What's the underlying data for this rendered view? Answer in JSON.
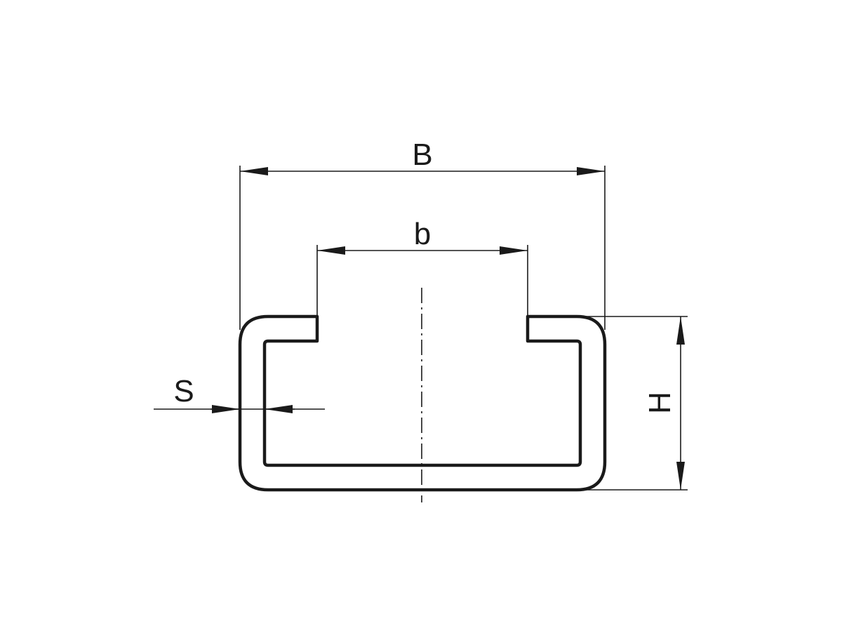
{
  "colors": {
    "background": "#ffffff",
    "line": "#1a1a1a"
  },
  "labels": {
    "outer_width": "B",
    "slot_width": "b",
    "height": "H",
    "thickness": "S"
  }
}
